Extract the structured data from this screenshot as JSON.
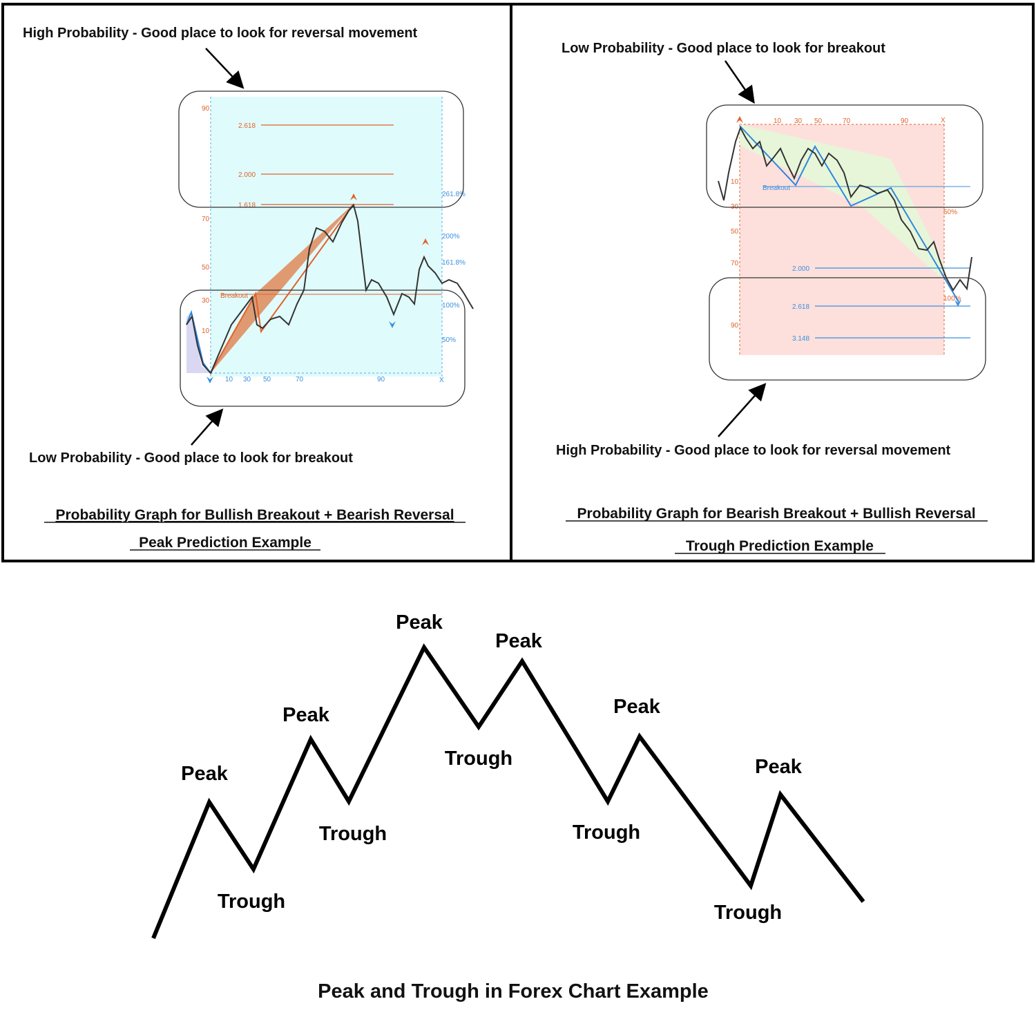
{
  "left_panel": {
    "top_annotation": "High Probability - Good place to look for reversal movement",
    "bottom_annotation": "Low Probability - Good place to look for breakout",
    "caption_line1": "Probability Graph for Bullish Breakout + Bearish Reversal",
    "caption_line2": "Peak Prediction Example",
    "chart": {
      "fib_levels": [
        "2.618",
        "2.000",
        "1.618"
      ],
      "left_axis_ticks": [
        "90",
        "70",
        "50",
        "30",
        "10"
      ],
      "bottom_ticks": [
        "10",
        "30",
        "50",
        "70",
        "90",
        "X"
      ],
      "right_percent_labels": [
        "261.8%",
        "200%",
        "161.8%",
        "100%",
        "50%"
      ],
      "breakout_label": "Breakout",
      "background_color": "#e0fbfb",
      "triangle_color": "#e07a44"
    }
  },
  "right_panel": {
    "top_annotation": "Low Probability - Good place to look for breakout",
    "bottom_annotation": "High Probability - Good place to look for reversal movement",
    "caption_line1": "Probability Graph for Bearish Breakout + Bullish Reversal",
    "caption_line2": "Trough Prediction Example",
    "chart": {
      "top_ticks": [
        "10",
        "30",
        "50",
        "70",
        "90",
        "X"
      ],
      "left_axis_ticks": [
        "10",
        "30",
        "50",
        "70",
        "90"
      ],
      "fib_levels": [
        "2.000",
        "2.618",
        "3.148"
      ],
      "right_percent_labels": [
        "50%",
        "100%"
      ],
      "breakout_label": "Breakout",
      "background_color": "#fde0dc",
      "channel_color": "#e4f8d8"
    }
  },
  "bottom": {
    "title": "Peak and Trough in Forex Chart Example",
    "peak_label": "Peak",
    "trough_label": "Trough"
  }
}
